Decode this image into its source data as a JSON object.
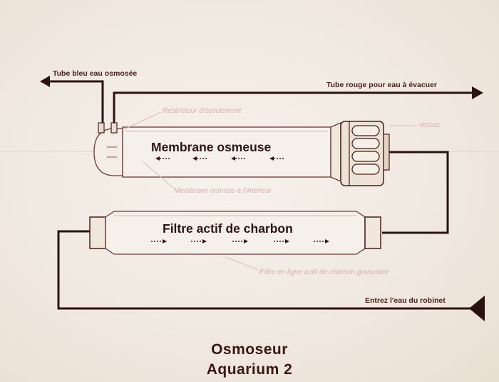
{
  "labels": {
    "tube_bleu": "Tube bleu eau osmosée",
    "tube_rouge": "Tube rouge pour eau à évacuer",
    "restricteur": "Restricteur d'écoulement",
    "vessel": "VESSEL",
    "membrane_title": "Membrane osmeuse",
    "membrane_interieur": "Membrane osmose à l'intérieur",
    "filtre_title": "Filtre actif de charbon",
    "filtre_note": "Filtre en ligne actif de charbon granulaire",
    "entree": "Entrez l'eau du robinet"
  },
  "title": {
    "line1": "Osmoseur",
    "line2": "Aquarium 2"
  },
  "colors": {
    "ink": "#3a1612",
    "pipe": "#2a1210",
    "faint_label": "#d7b0aa"
  }
}
